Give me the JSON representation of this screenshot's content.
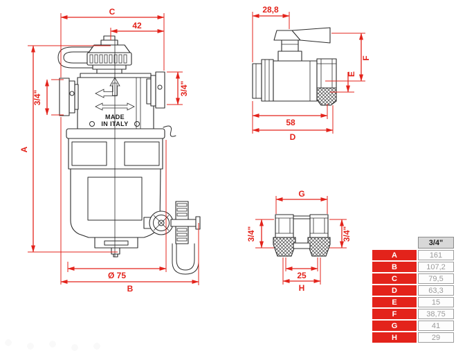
{
  "drawing": {
    "front_view": {
      "dim_c": "C",
      "dim_42": "42",
      "dim_a": "A",
      "port_left": "3/4\"",
      "port_right": "3/4\"",
      "dim_diameter": "Ø 75",
      "dim_b": "B",
      "made_line1": "MADE",
      "made_line2": "IN ITALY"
    },
    "valve_view": {
      "dim_28_8": "28,8",
      "dim_f": "F",
      "dim_e": "E",
      "dim_58": "58",
      "dim_d": "D"
    },
    "tail_view": {
      "dim_g": "G",
      "port_left": "3/4\"",
      "port_right": "3/4\"",
      "dim_25": "25",
      "dim_h": "H"
    }
  },
  "table": {
    "header": "3/4\"",
    "rows": [
      {
        "key": "A",
        "value": "161"
      },
      {
        "key": "B",
        "value": "107,2"
      },
      {
        "key": "C",
        "value": "79,5"
      },
      {
        "key": "D",
        "value": "63,3"
      },
      {
        "key": "E",
        "value": "15"
      },
      {
        "key": "F",
        "value": "38,75"
      },
      {
        "key": "G",
        "value": "41"
      },
      {
        "key": "H",
        "value": "29"
      }
    ]
  },
  "colors": {
    "dimension_red": "#e3231b",
    "line_art": "#2b2b2b",
    "table_header_bg": "#d8d8d8",
    "table_value_text": "#9a9a9a"
  }
}
